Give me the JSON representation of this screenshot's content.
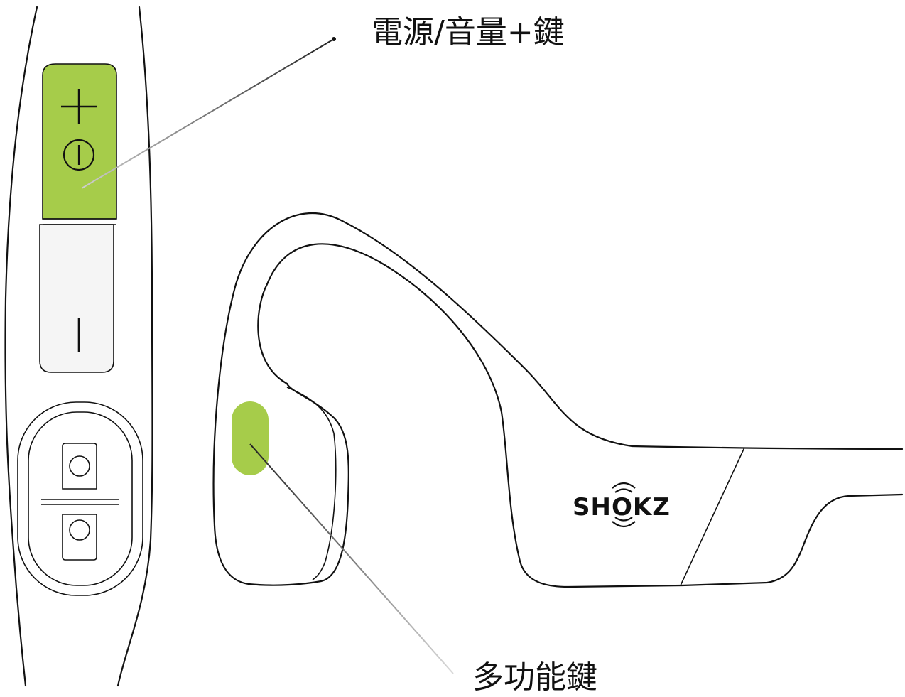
{
  "callouts": {
    "power_volume_button": "電源/音量+鍵",
    "multifunction_button": "多功能鍵"
  },
  "brand": {
    "logo_text": "SHOKZ"
  },
  "colors": {
    "button_highlight": "#a6cc4a",
    "outline": "#111111",
    "leader_line": "#9a9a9a"
  },
  "icons": [
    "plus-icon",
    "power-icon",
    "minus-icon",
    "charging-port-icon"
  ]
}
